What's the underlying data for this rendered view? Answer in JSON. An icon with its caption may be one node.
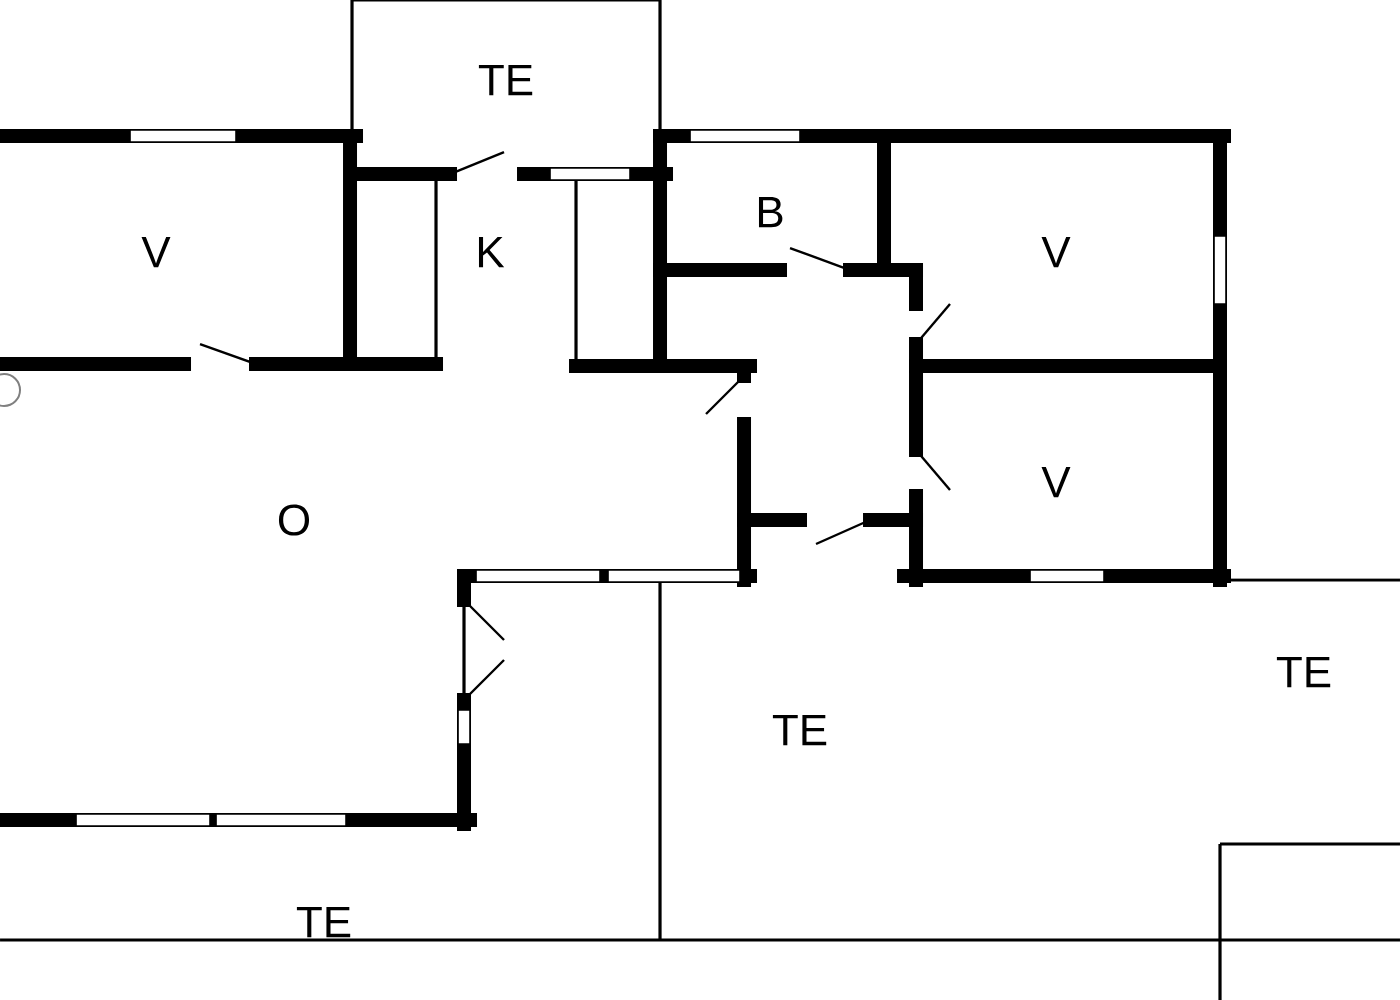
{
  "diagram": {
    "labels": [
      "TE",
      "V",
      "K",
      "B",
      "V",
      "V",
      "O",
      "TE",
      "TE",
      "TE"
    ]
  }
}
